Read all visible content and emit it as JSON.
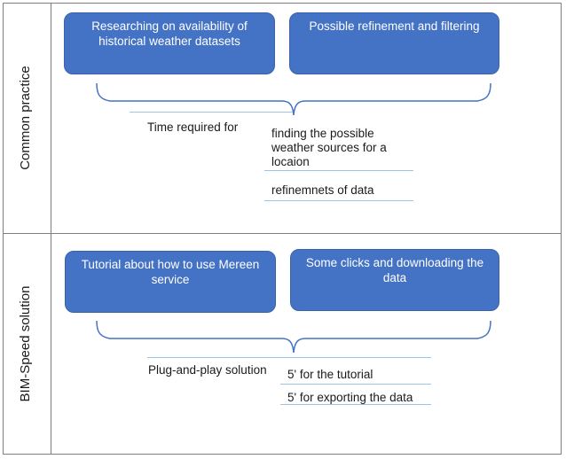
{
  "rows": [
    {
      "label": "Common practice",
      "boxes": [
        "Researching on availability of historical weather datasets",
        "Possible refinement and filtering"
      ],
      "time_label": "Time required for",
      "details": [
        "finding the possible weather sources for a locaion",
        "refinemnets of data"
      ]
    },
    {
      "label": "BIM-Speed solution",
      "boxes": [
        "Tutorial about how to use Mereen service",
        "Some clicks and downloading the data"
      ],
      "time_label": "Plug-and-play solution",
      "details": [
        "5' for the tutorial",
        "5' for exporting the data"
      ]
    }
  ],
  "colors": {
    "box_fill": "#4472c4",
    "brace": "#4472c4",
    "underline": "#9dc3e6",
    "grid": "#7f7f7f"
  }
}
